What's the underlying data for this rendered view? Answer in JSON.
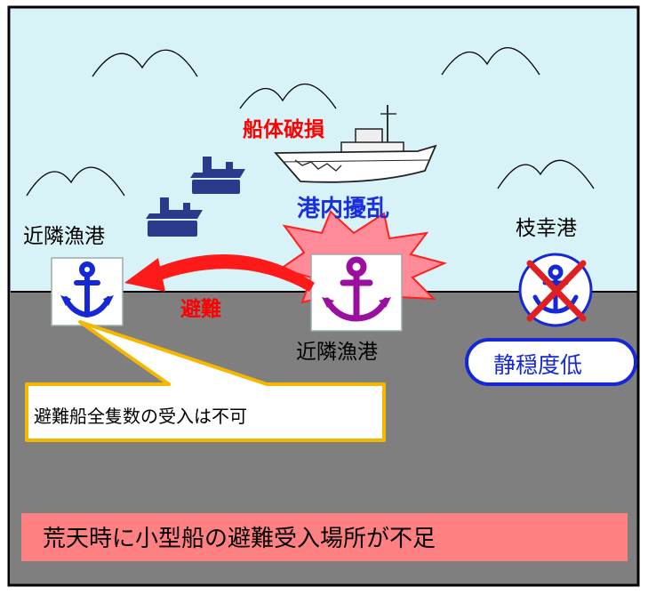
{
  "labels": {
    "left_port": "近隣漁港",
    "right_port": "枝幸港",
    "center_port": "近隣漁港",
    "hull_damage": "船体破損",
    "harbor_disturbance": "港内擾乱",
    "evacuation": "避難",
    "calm_low": "静穏度低",
    "callout": "避難船全隻数の受入は不可",
    "bottom_banner": "荒天時に小型船の避難受入場所が不足"
  },
  "colors": {
    "sky": "#d8f3f8",
    "land": "#7f7f7f",
    "banner": "#ff8080",
    "callout_border": "#f5b800",
    "arrow": "#ff0000",
    "anchor": "#1428d8",
    "anchor_purple": "#9a0fa0",
    "burst": "#ff8a98",
    "calm_border": "#1428d8"
  },
  "icons": [
    "mountain-icon",
    "fishing-boat-icon",
    "anchor-icon",
    "ship-icon",
    "cross-icon",
    "explosion-icon"
  ]
}
